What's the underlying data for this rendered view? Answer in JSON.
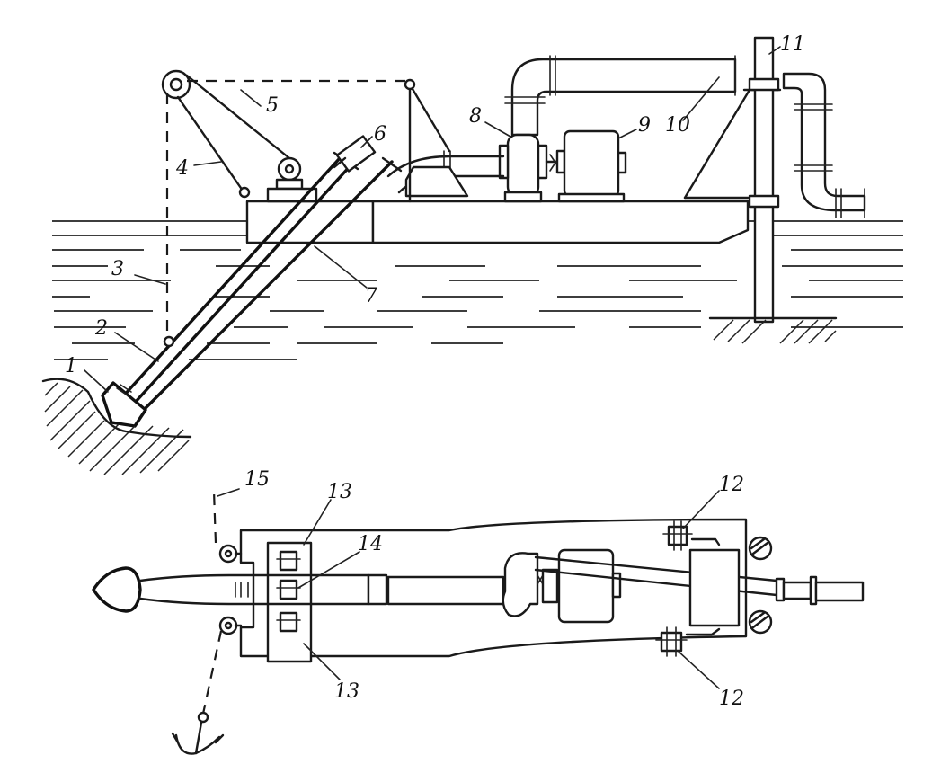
{
  "diagram": {
    "labels": {
      "l1": "1",
      "l2": "2",
      "l3": "3",
      "l4": "4",
      "l5": "5",
      "l6": "6",
      "l7": "7",
      "l8": "8",
      "l9": "9",
      "l10": "10",
      "l11": "11",
      "l12a": "12",
      "l12b": "12",
      "l13a": "13",
      "l13b": "13",
      "l14": "14",
      "l15": "15"
    }
  }
}
